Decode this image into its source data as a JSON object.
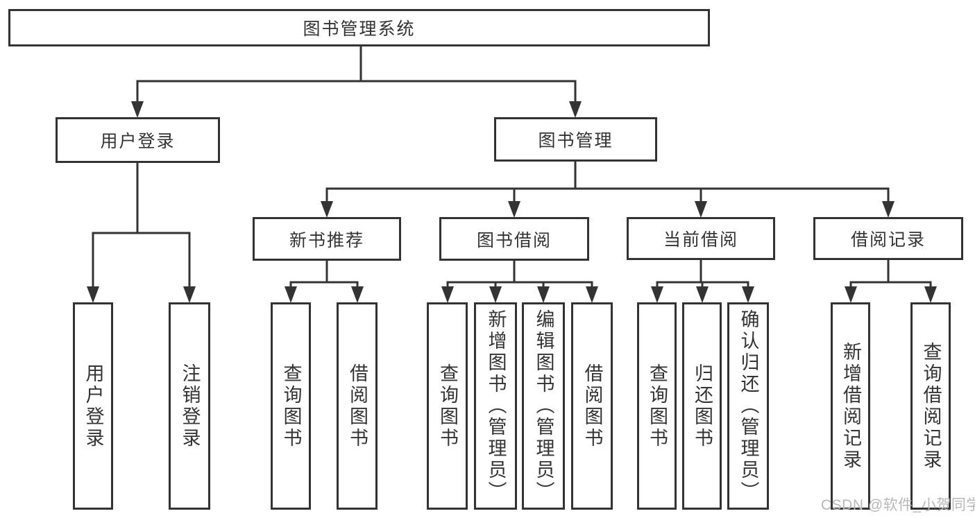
{
  "diagram": {
    "root": "图书管理系统",
    "level2": {
      "user_login": "用户登录",
      "book_mgmt": "图书管理"
    },
    "level3": {
      "new_book": "新书推荐",
      "book_borrow": "图书借阅",
      "current_borrow": "当前借阅",
      "borrow_record": "借阅记录"
    },
    "leaves": {
      "user_login": "用户登录",
      "logout": "注销登录",
      "nb_query": "查询图书",
      "nb_borrow": "借阅图书",
      "bb_query": "查询图书",
      "bb_add": "新增图书（管理员）",
      "bb_edit": "编辑图书（管理员）",
      "bb_borrow": "借阅图书",
      "cb_query": "查询图书",
      "cb_return": "归还图书",
      "cb_confirm": "确认归还（管理员）",
      "br_add": "新增借阅记录",
      "br_query": "查询借阅记录"
    }
  },
  "colors": {
    "line": "#333333",
    "text": "#333333",
    "watermark": "#b8b8b8",
    "background": "#ffffff"
  },
  "watermark": {
    "text": "CSDN @软件_小贺同学"
  }
}
